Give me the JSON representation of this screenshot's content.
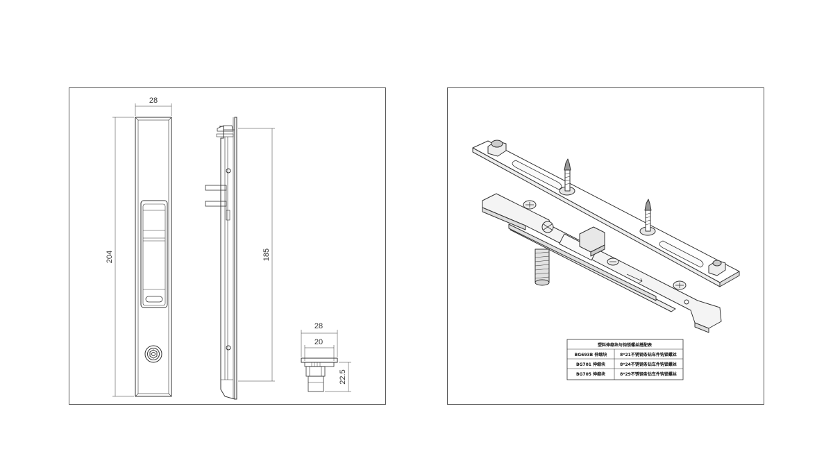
{
  "dimensions": {
    "front_width": "28",
    "front_height": "204",
    "side_height": "185",
    "end_outer_width": "28",
    "end_inner_width": "20",
    "end_height": "22.5"
  },
  "table": {
    "title": "塑料伸缩块与钩锁螺丝搭配表",
    "rows": [
      {
        "model": "BG693B 伸缩块",
        "screw": "8*21不锈钢条钻车件钩锁螺丝"
      },
      {
        "model": "BG701 伸缩块",
        "screw": "8*24不锈钢条钻车件钩锁螺丝"
      },
      {
        "model": "BG705 伸缩块",
        "screw": "8*29不锈钢条钻车件钩锁螺丝"
      }
    ]
  }
}
